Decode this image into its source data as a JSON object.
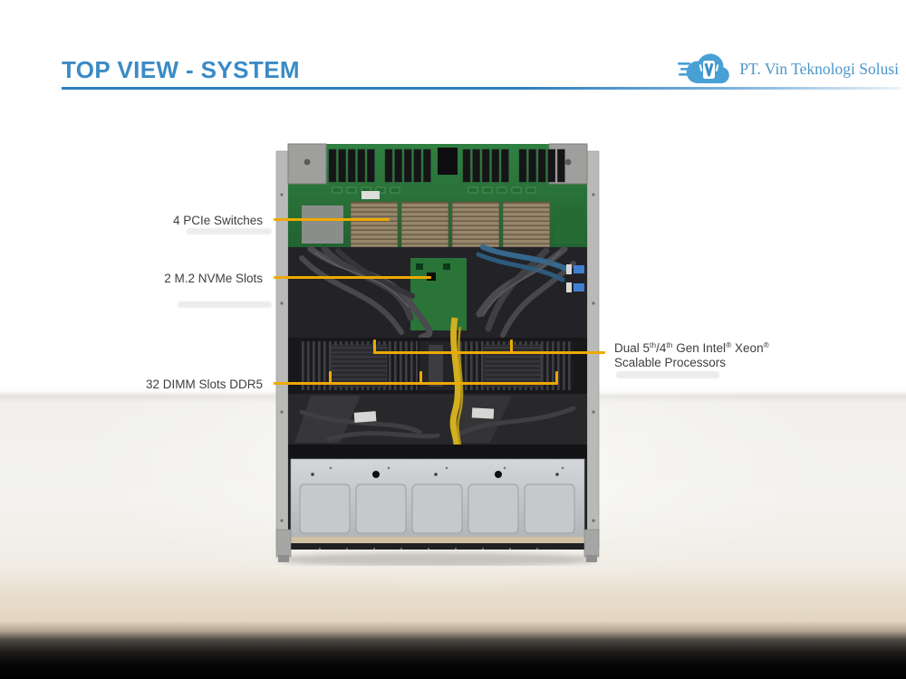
{
  "slide": {
    "title": "TOP VIEW - SYSTEM"
  },
  "logo": {
    "company": "PT. Vin Teknologi Solusi",
    "icon": "cloud-v-logo",
    "letter": "V"
  },
  "callouts": {
    "pcie": {
      "label": "4 PCIe Switches"
    },
    "m2": {
      "label": "2 M.2 NVMe Slots"
    },
    "dimm": {
      "label": "32 DIMM Slots DDR5"
    },
    "cpu": {
      "segments": [
        "Dual 5",
        "th",
        "/4",
        "th",
        " Gen Intel",
        "®",
        " Xeon",
        "®"
      ],
      "line2": "Scalable Processors"
    }
  },
  "colors": {
    "accent_blue": "#3a8bc6",
    "callout_yellow": "#eda900",
    "label_gray": "#3e3e3e",
    "logo_blue": "#49a0d5",
    "backdrop_beige": "#e3d6c2",
    "backdrop_black": "#000000"
  }
}
